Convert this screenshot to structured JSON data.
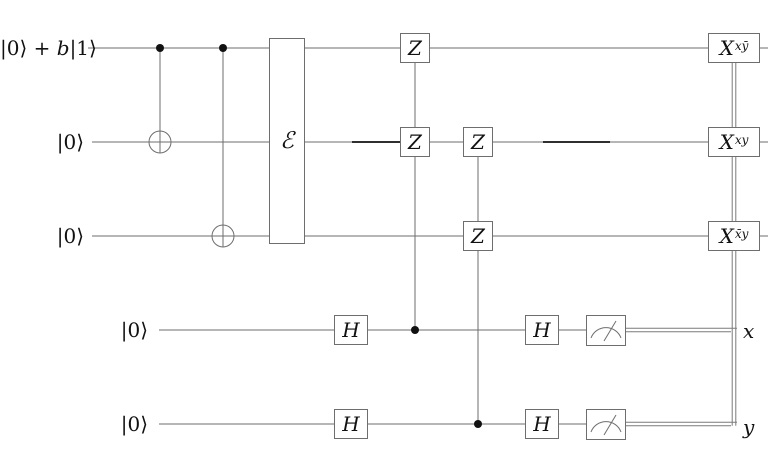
{
  "figure": {
    "type": "quantum-circuit-diagram",
    "description": "Three-qubit code with noise channel, syndrome extraction via controlled-Z, ancilla measurement and classically-controlled X corrections",
    "qubits": [
      {
        "pre": "|0⟩ + ",
        "var": "b",
        "post": "|1⟩"
      },
      {
        "label": "|0⟩"
      },
      {
        "label": "|0⟩"
      },
      {
        "label": "|0⟩"
      },
      {
        "label": "|0⟩"
      }
    ],
    "gates": {
      "error_channel": "ℰ",
      "z": "Z",
      "h": "H",
      "x1": {
        "base": "X",
        "sup": "xȳ"
      },
      "x2": {
        "base": "X",
        "sup": "xy"
      },
      "x3": {
        "base": "X",
        "sup": "x̄y"
      }
    },
    "classical": {
      "x": "x",
      "y": "y"
    },
    "colors": {
      "wire": "#6e6e6e",
      "classical_wire": "#7a7a7a",
      "text": "#111111",
      "background": "#ffffff"
    }
  }
}
